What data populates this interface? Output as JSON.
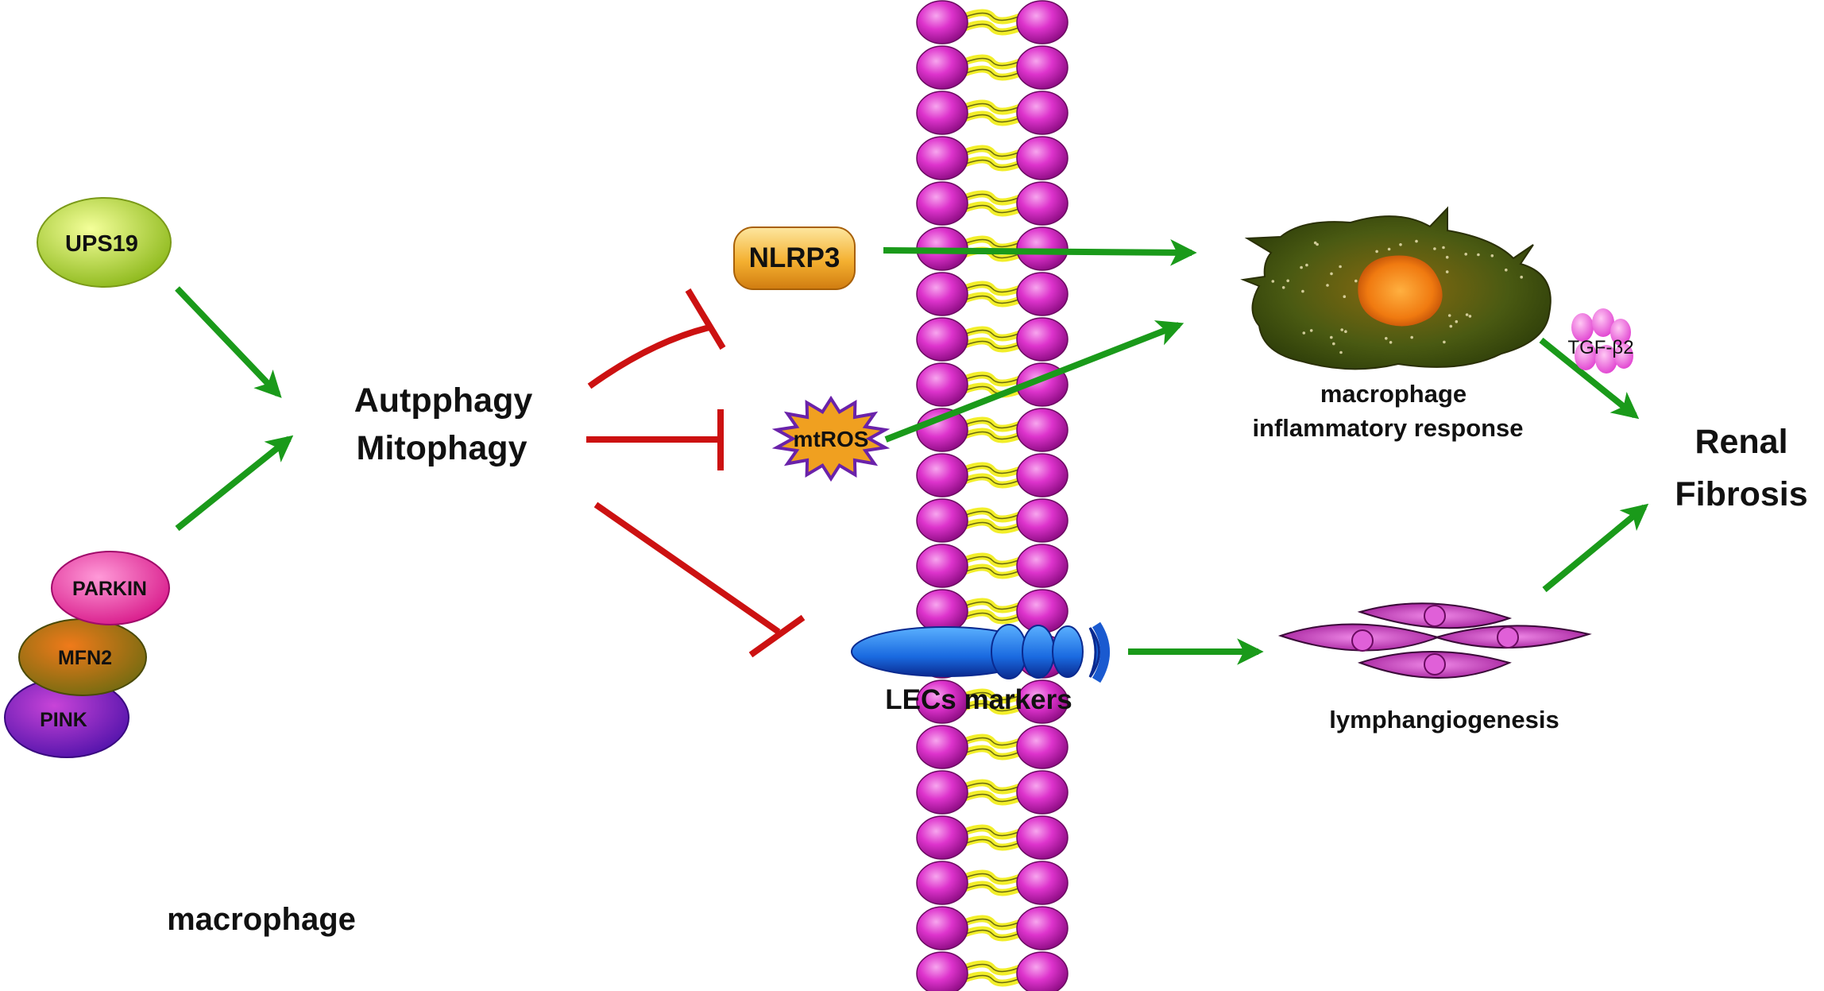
{
  "nodes": {
    "ups19": "UPS19",
    "parkin": "PARKIN",
    "mfn2": "MFN2",
    "pink": "PINK",
    "autophagy_line1": "Autpphagy",
    "autophagy_line2": "Mitophagy",
    "nlrp3": "NLRP3",
    "mtros": "mtROS",
    "lecs": "LECs markers",
    "macrophage_response_line1": "macrophage",
    "macrophage_response_line2": "inflammatory response",
    "tgf": "TGF-β2",
    "renal_line1": "Renal",
    "renal_line2": "Fibrosis",
    "lymphangiogenesis": "lymphangiogenesis",
    "cell_label": "macrophage"
  },
  "colors": {
    "activation_arrow": "#1a9a1a",
    "inhibition": "#cc1111",
    "membrane_head": "#cc22bb",
    "membrane_tail": "#f2ee2a",
    "ups19": "#c8e040",
    "parkin": "#ee44aa",
    "mfn2": "#d0601a",
    "pink": "#7722bb",
    "nlrp3": "#f0a020",
    "mtros": "#f0a020",
    "mtros_outline": "#6a22aa",
    "receptor": "#1a6ae0",
    "macrophage_body": "#4a5a10",
    "macrophage_nucleus": "#f08010",
    "lymph_cells": "#b82aaa",
    "tgf": "#ee66dd"
  },
  "icons": [
    "ups19-protein-icon",
    "parkin-protein-icon",
    "mfn2-protein-icon",
    "pink-protein-icon",
    "lipid-bilayer-membrane",
    "macrophage-cell-icon",
    "lymphatic-endothelial-cells-icon",
    "tgf-b2-icon",
    "lec-receptor-icon"
  ]
}
